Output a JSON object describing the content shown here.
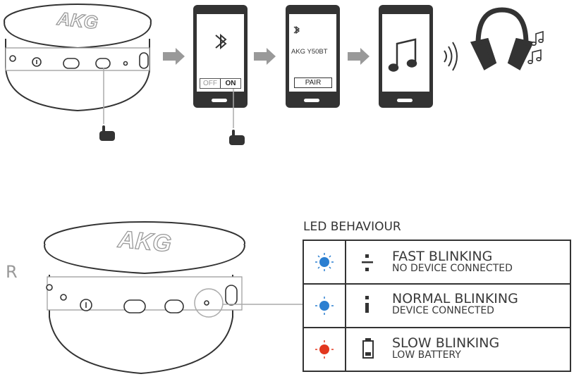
{
  "diagram": {
    "pairing_steps": {
      "phone_switch": {
        "off_label": "OFF",
        "on_label": "ON"
      },
      "device_name": "AKG Y50BT",
      "pair_label": "PAIR"
    },
    "headphone_brand": "AKG",
    "side_letter": "R",
    "led_behaviour": {
      "title": "LED BEHAVIOUR",
      "rows": [
        {
          "led_color": "#2b7fd1",
          "main": "FAST BLINKING",
          "sub": "NO DEVICE CONNECTED",
          "icon": "fast-blink-icon"
        },
        {
          "led_color": "#2b7fd1",
          "main": "NORMAL BLINKING",
          "sub": "DEVICE CONNECTED",
          "icon": "normal-blink-icon"
        },
        {
          "led_color": "#e2371e",
          "main": "SLOW BLINKING",
          "sub": "LOW BATTERY",
          "icon": "battery-icon"
        }
      ]
    }
  }
}
